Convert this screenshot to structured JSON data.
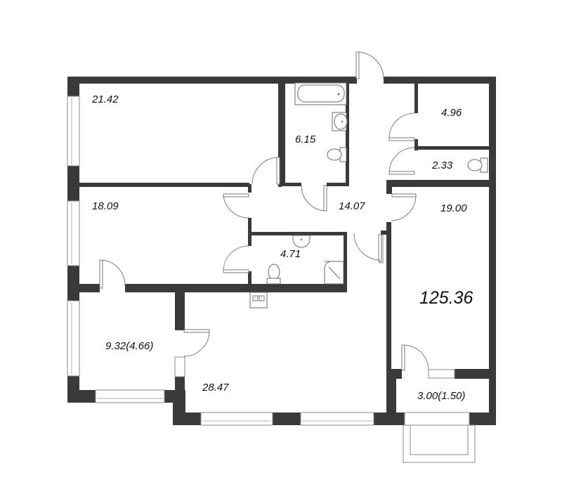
{
  "plan": {
    "total_area": "125.36",
    "wall_color": "#3a3a3a",
    "rooms": [
      {
        "id": "bedroom-1",
        "area": "21.42"
      },
      {
        "id": "bathroom",
        "area": "6.15"
      },
      {
        "id": "storage",
        "area": "4.96"
      },
      {
        "id": "wc",
        "area": "2.33"
      },
      {
        "id": "bedroom-2",
        "area": "18.09"
      },
      {
        "id": "hallway",
        "area": "14.07"
      },
      {
        "id": "shower-room",
        "area": "4.71"
      },
      {
        "id": "bedroom-3",
        "area": "19.00"
      },
      {
        "id": "loggia-west",
        "area": "9.32(4.66)"
      },
      {
        "id": "kitchen-living",
        "area": "28.47"
      },
      {
        "id": "balcony-east",
        "area": "3.00(1.50)"
      }
    ]
  }
}
